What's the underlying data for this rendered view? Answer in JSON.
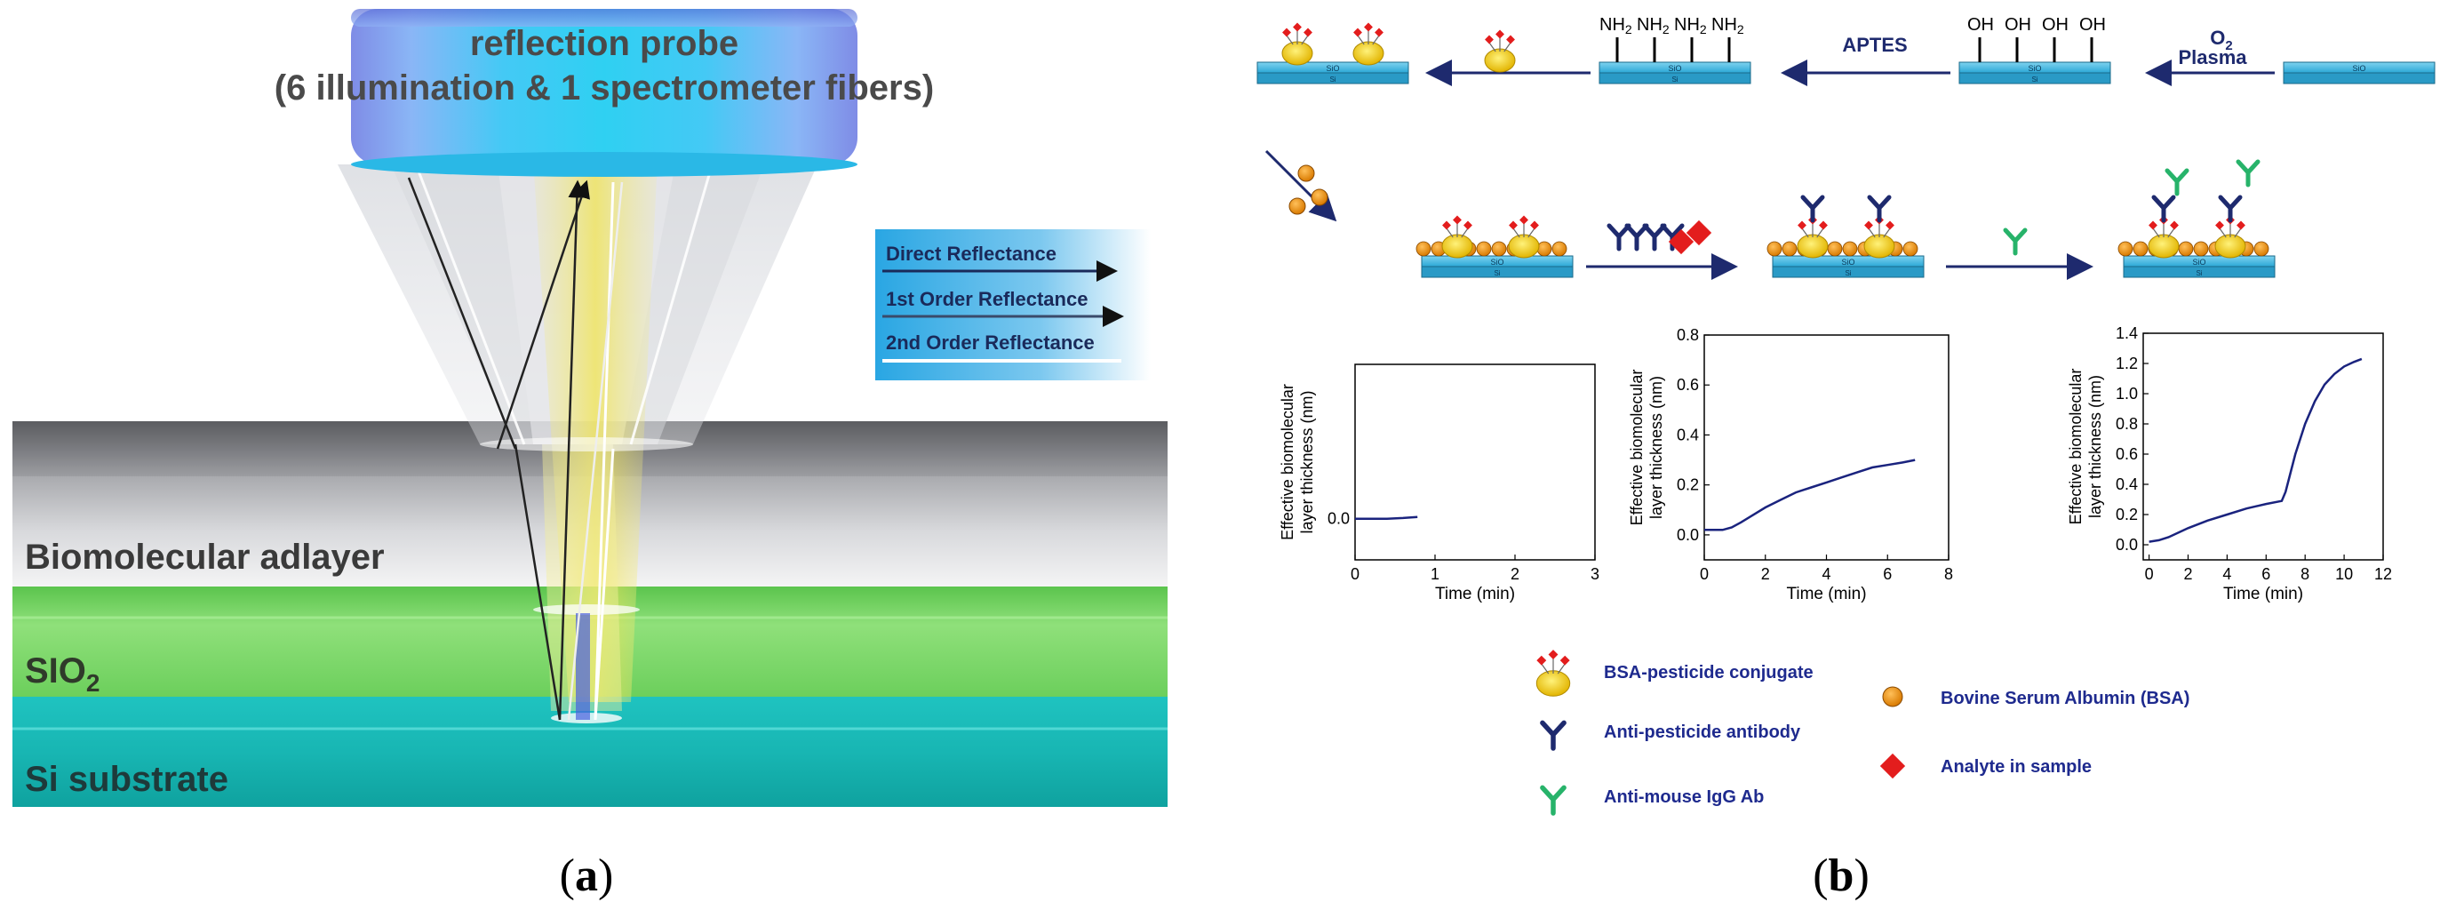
{
  "panel_a": {
    "probe_title": "reflection probe",
    "probe_subtitle": "(6 illumination & 1 spectrometer fibers)",
    "legend": [
      "Direct Reflectance",
      "1st Order Reflectance",
      "2nd Order Reflectance"
    ],
    "layers": {
      "adlayer": "Biomolecular adlayer",
      "sio2": "SIO",
      "sio2_sub": "2",
      "si": "Si substrate"
    },
    "caption_open": "(",
    "caption_letter": "a",
    "caption_close": ")"
  },
  "panel_b": {
    "top_row": {
      "o2": "O",
      "o2_sub": "2",
      "plasma": "Plasma",
      "aptes": "APTES",
      "oh": "OH",
      "nh2": "NH",
      "nh2_sub": "2",
      "chip_sio2": "SiO",
      "chip_sio2_sub": "2",
      "chip_si": "Si"
    },
    "legend": {
      "bsa_conjugate": "BSA-pesticide conjugate",
      "antibody": "Anti-pesticide antibody",
      "anti_mouse": "Anti-mouse IgG Ab",
      "bsa": "Bovine Serum Albumin (BSA)",
      "analyte": "Analyte in sample"
    },
    "caption_open": "(",
    "caption_letter": "b",
    "caption_close": ")"
  },
  "chart_data": [
    {
      "type": "line",
      "xlabel": "Time (min)",
      "ylabel": "Effective biomolecular layer thickness (nm)",
      "xlim": [
        0,
        3
      ],
      "ylim": [
        -0.12,
        0.45
      ],
      "xticks": [
        0,
        1,
        2,
        3
      ],
      "yticks": [
        0.0
      ],
      "color": "#1a237e",
      "series": [
        {
          "x": [
            0,
            0.2,
            0.4,
            0.6,
            0.78
          ],
          "y": [
            0.0,
            0.0,
            0.0,
            0.002,
            0.005
          ]
        }
      ]
    },
    {
      "type": "line",
      "xlabel": "Time (min)",
      "ylabel": "Effective biomolecular layer thickness (nm)",
      "xlim": [
        0,
        8
      ],
      "ylim": [
        -0.1,
        0.8
      ],
      "xticks": [
        0,
        2,
        4,
        6,
        8
      ],
      "yticks": [
        0.0,
        0.2,
        0.4,
        0.6,
        0.8
      ],
      "color": "#1a237e",
      "series": [
        {
          "x": [
            0,
            0.3,
            0.6,
            0.9,
            1.2,
            1.6,
            2.0,
            2.5,
            3.0,
            3.5,
            4.0,
            4.5,
            5.0,
            5.5,
            6.0,
            6.5,
            6.9
          ],
          "y": [
            0.02,
            0.02,
            0.02,
            0.03,
            0.05,
            0.08,
            0.11,
            0.14,
            0.17,
            0.19,
            0.21,
            0.23,
            0.25,
            0.27,
            0.28,
            0.29,
            0.3
          ]
        }
      ]
    },
    {
      "type": "line",
      "xlabel": "Time (min)",
      "ylabel": "Effective biomolecular layer thickness (nm)",
      "xlim": [
        -0.3,
        12
      ],
      "ylim": [
        -0.1,
        1.4
      ],
      "xticks": [
        0,
        2,
        4,
        6,
        8,
        10,
        12
      ],
      "yticks": [
        0.0,
        0.2,
        0.4,
        0.6,
        0.8,
        1.0,
        1.2,
        1.4
      ],
      "color": "#1a237e",
      "series": [
        {
          "x": [
            0,
            0.5,
            1.0,
            1.5,
            2.0,
            3.0,
            4.0,
            5.0,
            6.0,
            6.8,
            7.0,
            7.2,
            7.5,
            8.0,
            8.5,
            9.0,
            9.5,
            10.0,
            10.5,
            10.9
          ],
          "y": [
            0.02,
            0.03,
            0.05,
            0.08,
            0.11,
            0.16,
            0.2,
            0.24,
            0.27,
            0.29,
            0.35,
            0.45,
            0.6,
            0.8,
            0.95,
            1.06,
            1.13,
            1.18,
            1.21,
            1.23
          ]
        }
      ]
    }
  ]
}
